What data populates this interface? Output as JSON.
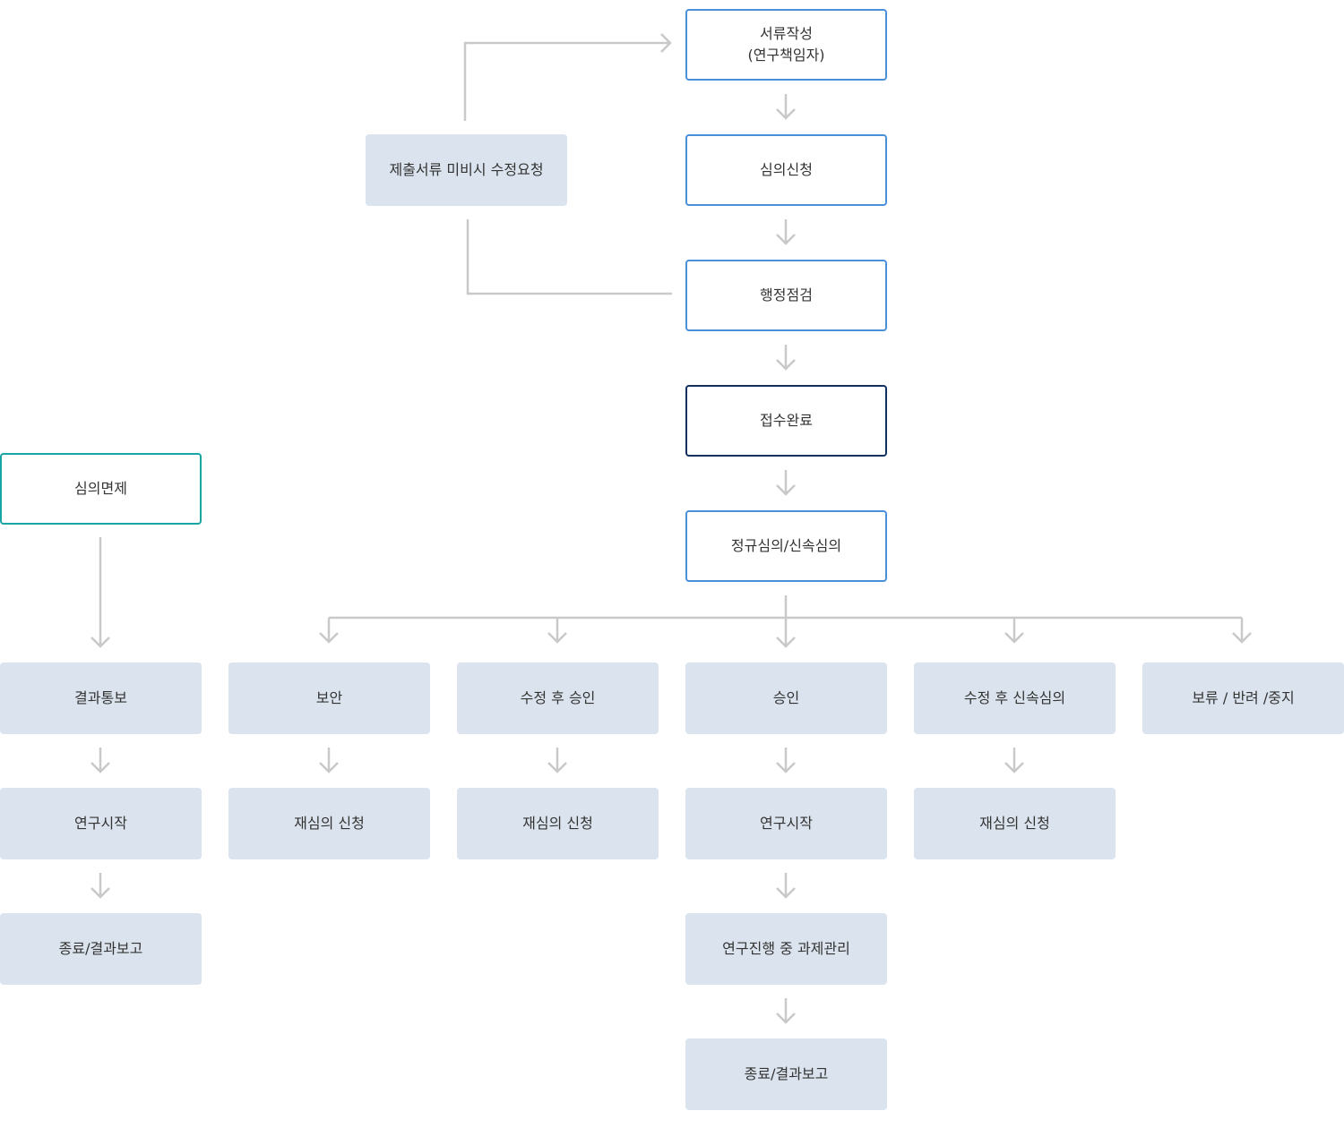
{
  "nodes": {
    "document_prep": "서류작성\n(연구책임자)",
    "review_apply": "심의신청",
    "admin_check": "행정점검",
    "receipt_complete": "접수완료",
    "regular_review": "정규심의/신속심의",
    "revision_request": "제출서류 미비시 수정요청",
    "exempt": "심의면제",
    "result_notice": "결과통보",
    "research_start_left": "연구시작",
    "end_report_left": "종료/결과보고",
    "supplement": "보안",
    "reapply_1": "재심의 신청",
    "approve_after_revision": "수정 후 승인",
    "reapply_2": "재심의 신청",
    "approval": "승인",
    "research_start": "연구시작",
    "project_management": "연구진행 중 과제관리",
    "end_report": "종료/결과보고",
    "expedited_after_revision": "수정 후 신속심의",
    "reapply_3": "재심의 신청",
    "hold_return_stop": "보류 / 반려 /중지"
  },
  "colors": {
    "outline_blue": "#4a90d9",
    "outline_navy": "#12305f",
    "outline_teal": "#1aa5a5",
    "filled_box": "#dbe4ee",
    "connector": "#c9c9c9",
    "text": "#333333"
  }
}
